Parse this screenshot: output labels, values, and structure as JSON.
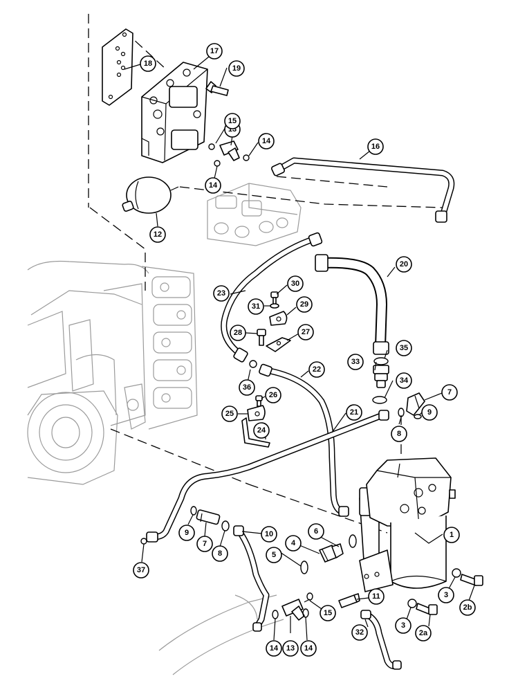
{
  "callouts": [
    {
      "id": "c1",
      "label": "1"
    },
    {
      "id": "c2a",
      "label": "2a"
    },
    {
      "id": "c2b",
      "label": "2b"
    },
    {
      "id": "c3a",
      "label": "3"
    },
    {
      "id": "c3b",
      "label": "3"
    },
    {
      "id": "c4",
      "label": "4"
    },
    {
      "id": "c5",
      "label": "5"
    },
    {
      "id": "c6",
      "label": "6"
    },
    {
      "id": "c7a",
      "label": "7"
    },
    {
      "id": "c7b",
      "label": "7"
    },
    {
      "id": "c8a",
      "label": "8"
    },
    {
      "id": "c8b",
      "label": "8"
    },
    {
      "id": "c9a",
      "label": "9"
    },
    {
      "id": "c9b",
      "label": "9"
    },
    {
      "id": "c10",
      "label": "10"
    },
    {
      "id": "c11",
      "label": "11"
    },
    {
      "id": "c12",
      "label": "12"
    },
    {
      "id": "c13a",
      "label": "13"
    },
    {
      "id": "c13b",
      "label": "13"
    },
    {
      "id": "c14a",
      "label": "14"
    },
    {
      "id": "c14b",
      "label": "14"
    },
    {
      "id": "c14c",
      "label": "14"
    },
    {
      "id": "c14d",
      "label": "14"
    },
    {
      "id": "c15a",
      "label": "15"
    },
    {
      "id": "c15b",
      "label": "15"
    },
    {
      "id": "c16",
      "label": "16"
    },
    {
      "id": "c17",
      "label": "17"
    },
    {
      "id": "c18",
      "label": "18"
    },
    {
      "id": "c19",
      "label": "19"
    },
    {
      "id": "c20",
      "label": "20"
    },
    {
      "id": "c21",
      "label": "21"
    },
    {
      "id": "c22",
      "label": "22"
    },
    {
      "id": "c23",
      "label": "23"
    },
    {
      "id": "c24",
      "label": "24"
    },
    {
      "id": "c25",
      "label": "25"
    },
    {
      "id": "c26",
      "label": "26"
    },
    {
      "id": "c27",
      "label": "27"
    },
    {
      "id": "c28",
      "label": "28"
    },
    {
      "id": "c29",
      "label": "29"
    },
    {
      "id": "c30",
      "label": "30"
    },
    {
      "id": "c31",
      "label": "31"
    },
    {
      "id": "c32",
      "label": "32"
    },
    {
      "id": "c33",
      "label": "33"
    },
    {
      "id": "c34",
      "label": "34"
    },
    {
      "id": "c35",
      "label": "35"
    },
    {
      "id": "c36",
      "label": "36"
    },
    {
      "id": "c37",
      "label": "37"
    }
  ]
}
